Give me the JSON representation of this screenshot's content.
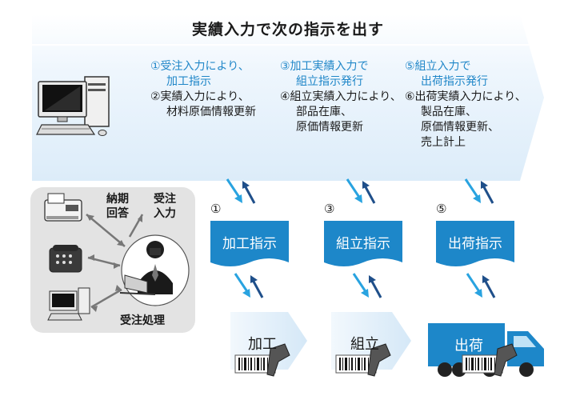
{
  "title": "実績入力で次の指示を出す",
  "columns": [
    {
      "lines": [
        {
          "text": "①受注入力により、",
          "color": "blue",
          "indent": false
        },
        {
          "text": "加工指示",
          "color": "blue",
          "indent": true
        },
        {
          "text": "②実績入力により、",
          "color": "dark",
          "indent": false
        },
        {
          "text": "材料原価情報更新",
          "color": "dark",
          "indent": true
        }
      ]
    },
    {
      "lines": [
        {
          "text": "③加工実績入力で",
          "color": "blue",
          "indent": false
        },
        {
          "text": "組立指示発行",
          "color": "blue",
          "indent": true
        },
        {
          "text": "④組立実績入力により、",
          "color": "dark",
          "indent": false
        },
        {
          "text": "部品在庫、",
          "color": "dark",
          "indent": true
        },
        {
          "text": "原価情報更新",
          "color": "dark",
          "indent": true
        }
      ]
    },
    {
      "lines": [
        {
          "text": "⑤組立入力で",
          "color": "blue",
          "indent": false
        },
        {
          "text": "出荷指示発行",
          "color": "blue",
          "indent": true
        },
        {
          "text": "⑥出荷実績入力により、",
          "color": "dark",
          "indent": false
        },
        {
          "text": "製品在庫、",
          "color": "dark",
          "indent": true
        },
        {
          "text": "原価情報更新、",
          "color": "dark",
          "indent": true
        },
        {
          "text": "売上計上",
          "color": "dark",
          "indent": true
        }
      ]
    }
  ],
  "left_panel": {
    "label_nouki": "納期\n回答",
    "label_juchu": "受注\n入力",
    "label_process": "受注処理"
  },
  "documents": [
    {
      "number": "①",
      "label": "加工指示"
    },
    {
      "number": "③",
      "label": "組立指示"
    },
    {
      "number": "⑤",
      "label": "出荷指示"
    }
  ],
  "stages": [
    "加工",
    "組立",
    "出荷"
  ],
  "icons": [
    "desktop-computer-icon",
    "fax-machine-icon",
    "telephone-icon",
    "laptop-icon",
    "operator-icon",
    "barcode-scanner-icon",
    "truck-icon"
  ],
  "colors": {
    "accent_blue": "#1f86c8",
    "arrow_dark": "#1f4f8a",
    "banner": "#e8f3fc",
    "panel_gray": "#e3e3e3",
    "doc_blue": "#1d87c9"
  }
}
